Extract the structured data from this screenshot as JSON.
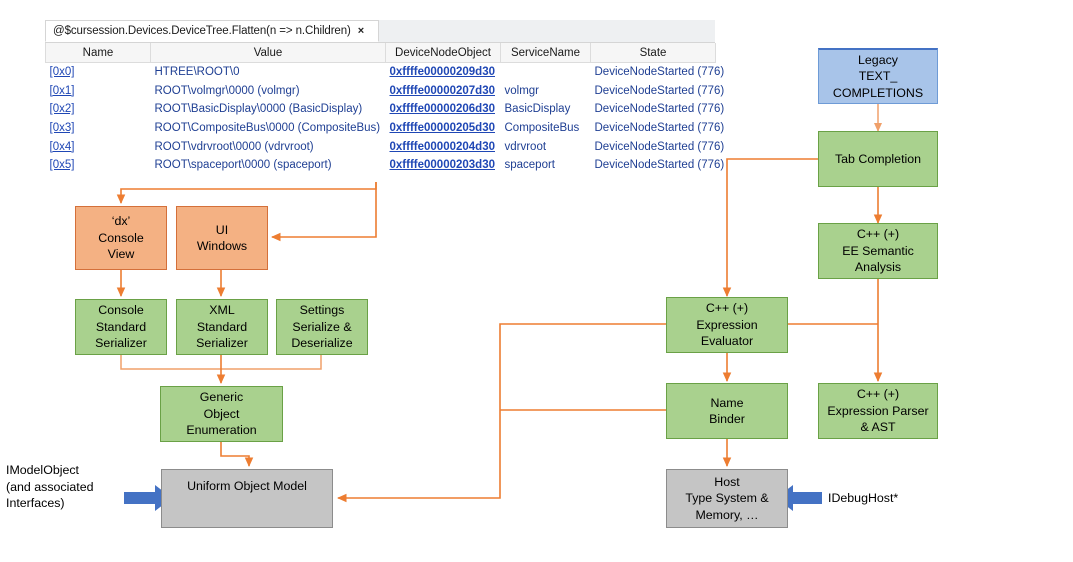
{
  "window": {
    "tab_label": "@$cursession.Devices.DeviceTree.Flatten(n => n.Children)",
    "tab_close": "×"
  },
  "grid": {
    "columns": [
      "Name",
      "Value",
      "DeviceNodeObject",
      "ServiceName",
      "State"
    ],
    "rows": [
      {
        "name": "[0x0]",
        "value": "HTREE\\ROOT\\0",
        "object": "0xffffe00000209d30",
        "service": "",
        "state": "DeviceNodeStarted (776)"
      },
      {
        "name": "[0x1]",
        "value": "ROOT\\volmgr\\0000 (volmgr)",
        "object": "0xffffe00000207d30",
        "service": "volmgr",
        "state": "DeviceNodeStarted (776)"
      },
      {
        "name": "[0x2]",
        "value": "ROOT\\BasicDisplay\\0000 (BasicDisplay)",
        "object": "0xffffe00000206d30",
        "service": "BasicDisplay",
        "state": "DeviceNodeStarted (776)"
      },
      {
        "name": "[0x3]",
        "value": "ROOT\\CompositeBus\\0000 (CompositeBus)",
        "object": "0xffffe00000205d30",
        "service": "CompositeBus",
        "state": "DeviceNodeStarted (776)"
      },
      {
        "name": "[0x4]",
        "value": "ROOT\\vdrvroot\\0000 (vdrvroot)",
        "object": "0xffffe00000204d30",
        "service": "vdrvroot",
        "state": "DeviceNodeStarted (776)"
      },
      {
        "name": "[0x5]",
        "value": "ROOT\\spaceport\\0000 (spaceport)",
        "object": "0xffffe00000203d30",
        "service": "spaceport",
        "state": "DeviceNodeStarted (776)"
      }
    ]
  },
  "diagram": {
    "nodes": {
      "dx_console_view": "‘dx’\nConsole\nView",
      "ui_windows": "UI\nWindows",
      "console_serializer": "Console\nStandard\nSerializer",
      "xml_serializer": "XML\nStandard\nSerializer",
      "settings_serialize": "Settings\nSerialize &\nDeserialize",
      "generic_object_enumeration": "Generic\nObject\nEnumeration",
      "uniform_object_model": "Uniform Object Model",
      "legacy_text_completions": "Legacy\nTEXT_\nCOMPLETIONS",
      "tab_completion": "Tab Completion",
      "ee_semantic_analysis": "C++ (+)\nEE Semantic\nAnalysis",
      "expression_evaluator": "C++ (+)\nExpression\nEvaluator",
      "name_binder": "Name\nBinder",
      "expression_parser_ast": "C++ (+)\nExpression Parser\n& AST",
      "host_type_system": "Host\nType System &\nMemory, …"
    },
    "labels": {
      "imodelobject": "IModelObject\n(and associated\nInterfaces)",
      "idebughost": "IDebugHost*"
    },
    "colors": {
      "orange_fill": "#F4B183",
      "orange_border": "#D4703A",
      "green_fill": "#A9D18E",
      "green_border": "#6AA146",
      "blue_fill": "#A8C4E9",
      "blue_accent": "#4472C4",
      "gray_fill": "#C5C5C5",
      "connector": "#ED7D31"
    }
  }
}
